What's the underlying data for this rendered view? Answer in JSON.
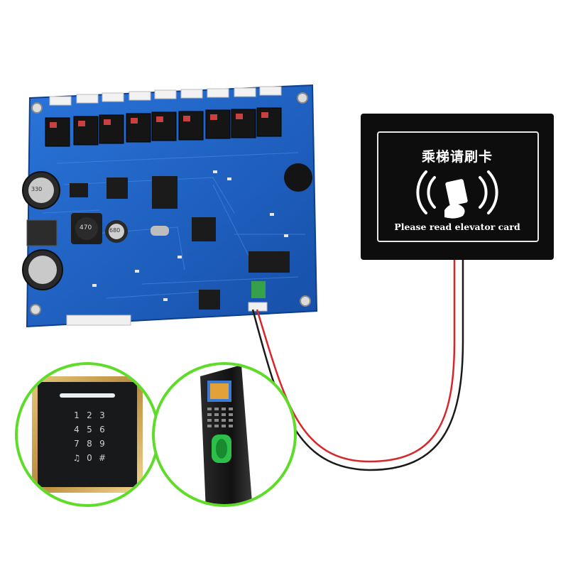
{
  "reader": {
    "title": "乘梯请刷卡",
    "caption": "Please read elevator card"
  },
  "keypad": {
    "keys": [
      "1",
      "2",
      "3",
      "4",
      "5",
      "6",
      "7",
      "8",
      "9",
      "♫",
      "0",
      "#"
    ]
  },
  "board": {
    "capacitor_labels": [
      "470",
      "330",
      "680"
    ]
  },
  "colors": {
    "pcb": "#1b5fc4",
    "reader_panel": "#0d0d0d",
    "circle_border": "#5fdc2a",
    "wire_red": "#d8262a",
    "wire_black": "#1a1a1a"
  }
}
